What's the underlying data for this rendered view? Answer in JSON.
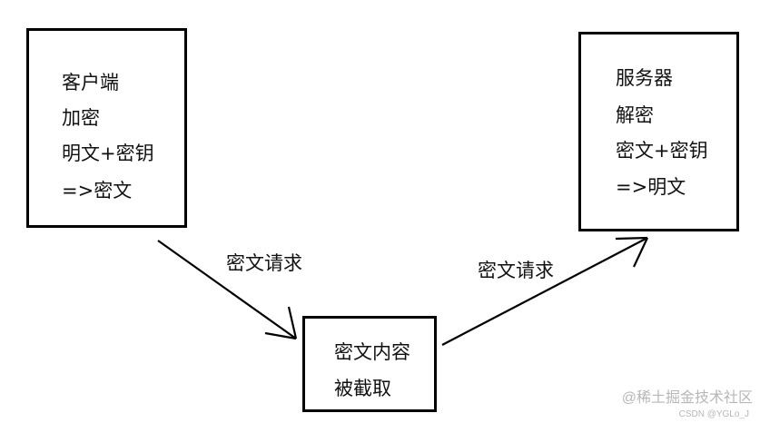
{
  "diagram": {
    "client_box": {
      "lines": [
        "客户端",
        "加密",
        "明文+密钥",
        "=>密文"
      ]
    },
    "server_box": {
      "lines": [
        "服务器",
        "解密",
        "密文+密钥",
        "=>明文"
      ]
    },
    "intercept_box": {
      "lines": [
        "密文内容",
        "被截取"
      ]
    },
    "edges": [
      {
        "from": "client_box",
        "to": "intercept_box",
        "label": "密文请求"
      },
      {
        "from": "intercept_box",
        "to": "server_box",
        "label": "密文请求"
      }
    ]
  },
  "watermark": {
    "main": "@稀土掘金技术社区",
    "secondary": "CSDN @YGLo_J"
  }
}
